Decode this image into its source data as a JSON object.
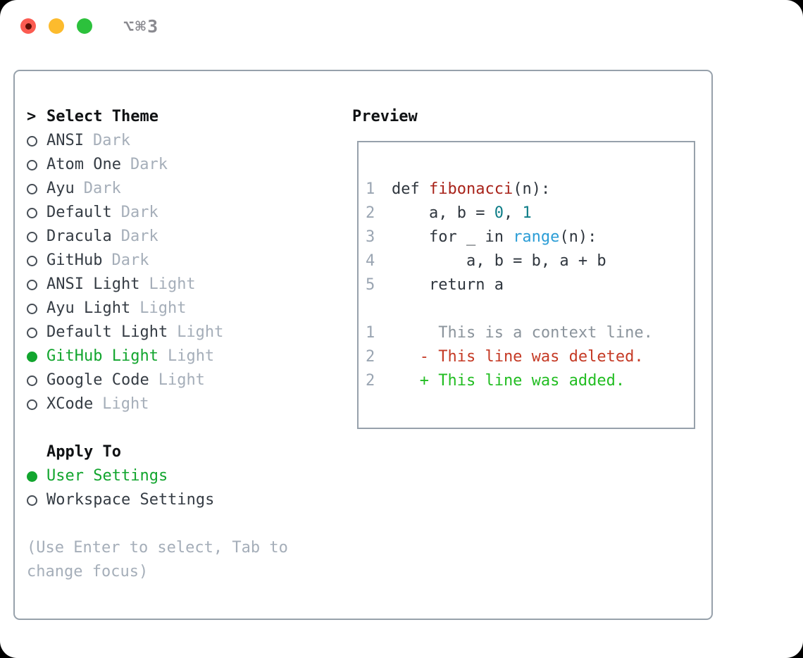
{
  "titlebar": {
    "shortcut": "⌥⌘3"
  },
  "colors": {
    "accent": "#12a52e",
    "func": "#a8231a",
    "num": "#0e7d87",
    "builtin": "#2b9dd6",
    "context": "#8b949c",
    "deleted": "#c53a25",
    "added": "#22bd22",
    "panel_border": "#97a1ab",
    "traffic_red": "#fb5b51",
    "traffic_yellow": "#fcbb2d",
    "traffic_green": "#2cc13c"
  },
  "theme_panel": {
    "prompt": ">",
    "title": "Select Theme",
    "themes": [
      {
        "name": "ANSI",
        "variant": "Dark",
        "selected": false
      },
      {
        "name": "Atom One",
        "variant": "Dark",
        "selected": false
      },
      {
        "name": "Ayu",
        "variant": "Dark",
        "selected": false
      },
      {
        "name": "Default",
        "variant": "Dark",
        "selected": false
      },
      {
        "name": "Dracula",
        "variant": "Dark",
        "selected": false
      },
      {
        "name": "GitHub",
        "variant": "Dark",
        "selected": false
      },
      {
        "name": "ANSI Light",
        "variant": "Light",
        "selected": false
      },
      {
        "name": "Ayu Light",
        "variant": "Light",
        "selected": false
      },
      {
        "name": "Default Light",
        "variant": "Light",
        "selected": false
      },
      {
        "name": "GitHub Light",
        "variant": "Light",
        "selected": true
      },
      {
        "name": "Google Code",
        "variant": "Light",
        "selected": false
      },
      {
        "name": "XCode",
        "variant": "Light",
        "selected": false
      }
    ],
    "apply_to": {
      "title": "Apply To",
      "options": [
        {
          "label": "User Settings",
          "selected": true
        },
        {
          "label": "Workspace Settings",
          "selected": false
        }
      ]
    },
    "hint": "(Use Enter to select, Tab to change focus)"
  },
  "preview": {
    "title": "Preview",
    "lines": [
      {
        "num": "1",
        "segments": [
          {
            "t": "def ",
            "c": "plain"
          },
          {
            "t": "fibonacci",
            "c": "function"
          },
          {
            "t": "(n):",
            "c": "plain"
          }
        ]
      },
      {
        "num": "2",
        "segments": [
          {
            "t": "    a, b = ",
            "c": "plain"
          },
          {
            "t": "0",
            "c": "number"
          },
          {
            "t": ", ",
            "c": "plain"
          },
          {
            "t": "1",
            "c": "number"
          }
        ]
      },
      {
        "num": "3",
        "segments": [
          {
            "t": "    for _ in ",
            "c": "plain"
          },
          {
            "t": "range",
            "c": "builtin"
          },
          {
            "t": "(n):",
            "c": "plain"
          }
        ]
      },
      {
        "num": "4",
        "segments": [
          {
            "t": "        a, b = b, a + b",
            "c": "plain"
          }
        ]
      },
      {
        "num": "5",
        "segments": [
          {
            "t": "    return a",
            "c": "plain"
          }
        ]
      },
      {
        "num": "",
        "segments": []
      },
      {
        "num": "1",
        "segments": [
          {
            "t": "     This is a context line.",
            "c": "context"
          }
        ]
      },
      {
        "num": "2",
        "segments": [
          {
            "t": "   - This line was deleted.",
            "c": "deleted"
          }
        ]
      },
      {
        "num": "2",
        "segments": [
          {
            "t": "   + This line was added.",
            "c": "added"
          }
        ]
      }
    ]
  }
}
